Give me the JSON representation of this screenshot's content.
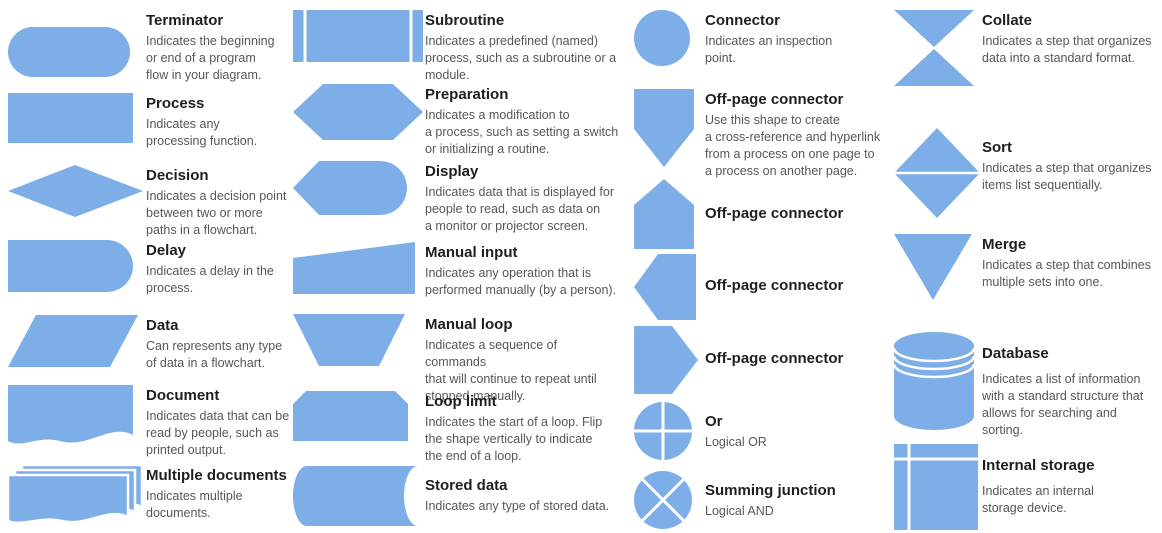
{
  "colors": {
    "shape_fill": "#7daee8",
    "title_text": "#1f1f1f",
    "desc_text": "#575757"
  },
  "columns": [
    {
      "items": [
        {
          "shape": "terminator",
          "title": "Terminator",
          "description": "Indicates the beginning\nor end of a program\nflow in your diagram."
        },
        {
          "shape": "process",
          "title": "Process",
          "description": "Indicates any\nprocessing function."
        },
        {
          "shape": "decision",
          "title": "Decision",
          "description": "Indicates a decision point\nbetween two or more\npaths in a flowchart."
        },
        {
          "shape": "delay",
          "title": "Delay",
          "description": "Indicates a delay in the\nprocess."
        },
        {
          "shape": "data",
          "title": "Data",
          "description": "Can represents any type\nof data in a flowchart."
        },
        {
          "shape": "document",
          "title": "Document",
          "description": "Indicates data that can be\nread by people, such as\nprinted output."
        },
        {
          "shape": "multiple-documents",
          "title": "Multiple documents",
          "description": "Indicates multiple\ndocuments."
        }
      ]
    },
    {
      "items": [
        {
          "shape": "subroutine",
          "title": "Subroutine",
          "description": "Indicates a predefined (named)\nprocess, such as a subroutine or a\nmodule."
        },
        {
          "shape": "preparation",
          "title": "Preparation",
          "description": "Indicates a modification to\na process, such as setting a switch\nor initializing a routine."
        },
        {
          "shape": "display",
          "title": "Display",
          "description": "Indicates data that is displayed for\npeople to read, such as data on\na monitor or projector screen."
        },
        {
          "shape": "manual-input",
          "title": "Manual input",
          "description": "Indicates any operation that is\nperformed manually (by a person)."
        },
        {
          "shape": "manual-loop",
          "title": "Manual loop",
          "description": "Indicates a sequence of commands\nthat will continue to repeat until\nstopped manually."
        },
        {
          "shape": "loop-limit",
          "title": "Loop limit",
          "description": "Indicates the start of a loop. Flip\nthe shape vertically to indicate\nthe end of a loop."
        },
        {
          "shape": "stored-data",
          "title": "Stored data",
          "description": "Indicates any type of stored data."
        }
      ]
    },
    {
      "items": [
        {
          "shape": "connector",
          "title": "Connector",
          "description": "Indicates an inspection\npoint."
        },
        {
          "shape": "off-page-connector-down",
          "title": "Off-page connector",
          "description": "Use this shape to create\na cross-reference and hyperlink\nfrom a process on one page to\na process on another page."
        },
        {
          "shape": "off-page-connector-up",
          "title": "Off-page connector",
          "description": ""
        },
        {
          "shape": "off-page-connector-left",
          "title": "Off-page connector",
          "description": ""
        },
        {
          "shape": "off-page-connector-right",
          "title": "Off-page connector",
          "description": ""
        },
        {
          "shape": "or",
          "title": "Or",
          "description": "Logical OR"
        },
        {
          "shape": "summing-junction",
          "title": "Summing junction",
          "description": "Logical AND"
        }
      ]
    },
    {
      "items": [
        {
          "shape": "collate",
          "title": "Collate",
          "description": "Indicates a step that organizes\ndata into a standard format."
        },
        {
          "shape": "sort",
          "title": "Sort",
          "description": "Indicates a step that organizes\nitems list sequentially."
        },
        {
          "shape": "merge",
          "title": "Merge",
          "description": "Indicates a step that combines\nmultiple sets into one."
        },
        {
          "shape": "database",
          "title": "Database",
          "description": "Indicates a list of information\nwith a standard structure that\nallows for searching and\nsorting."
        },
        {
          "shape": "internal-storage",
          "title": "Internal storage",
          "description": "Indicates an internal\nstorage device."
        }
      ]
    }
  ]
}
